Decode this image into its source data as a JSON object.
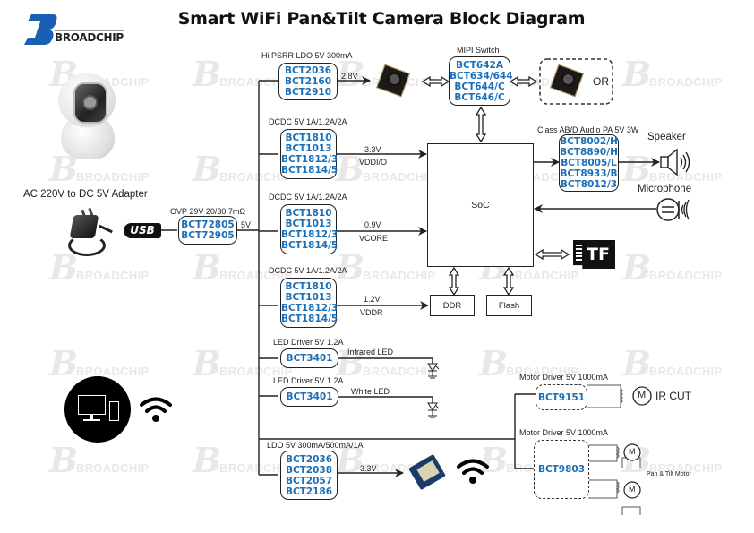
{
  "title": "Smart WiFi Pan&Tilt Camera Block Diagram",
  "logo": {
    "letter": "B",
    "text": "BROADCHIP",
    "color": "#1a5fb4"
  },
  "watermark_text": "BROADCHIP",
  "colors": {
    "part_number": "#1a6fb8",
    "line": "#222222"
  },
  "adapter": {
    "label": "AC 220V to DC 5V Adapter",
    "usb_label": "USB"
  },
  "ovp": {
    "spec": "OVP 29V 20/30.7mΩ",
    "parts": [
      "BCT72805",
      "BCT72905"
    ],
    "output": "5V"
  },
  "ldo_camera": {
    "spec": "Hi PSRR LDO 5V 300mA",
    "parts": [
      "BCT2036",
      "BCT2160",
      "BCT2910"
    ],
    "voltage": "2.8V"
  },
  "mipi_switch": {
    "spec": "MIPI Switch",
    "parts": [
      "BCT642A",
      "BCT634/644",
      "BCT644/C",
      "BCT646/C"
    ]
  },
  "alt_camera": {
    "label": "OR"
  },
  "dcdc_io": {
    "spec": "DCDC 5V 1A/1.2A/2A",
    "parts": [
      "BCT1810",
      "BCT1013",
      "BCT1812/3",
      "BCT1814/5"
    ],
    "voltage": "3.3V",
    "rail": "VDDI/O"
  },
  "dcdc_core": {
    "spec": "DCDC 5V 1A/1.2A/2A",
    "parts": [
      "BCT1810",
      "BCT1013",
      "BCT1812/3",
      "BCT1814/5"
    ],
    "voltage": "0.9V",
    "rail": "VCORE"
  },
  "dcdc_ddr": {
    "spec": "DCDC 5V 1A/1.2A/2A",
    "parts": [
      "BCT1810",
      "BCT1013",
      "BCT1812/3",
      "BCT1814/5"
    ],
    "voltage": "1.2V",
    "rail": "VDDR"
  },
  "soc": {
    "label": "SoC"
  },
  "ddr": {
    "label": "DDR"
  },
  "flash": {
    "label": "Flash"
  },
  "tf_card": {
    "label": "TF"
  },
  "audio_pa": {
    "spec": "Class AB/D Audio PA 5V 3W",
    "parts": [
      "BCT8002/H",
      "BCT8890/H",
      "BCT8005/L",
      "BCT8933/B",
      "BCT8012/3"
    ]
  },
  "speaker": {
    "label": "Speaker"
  },
  "microphone": {
    "label": "Microphone"
  },
  "led_ir": {
    "spec": "LED Driver 5V 1.2A",
    "part": "BCT3401",
    "load": "Infrared LED"
  },
  "led_white": {
    "spec": "LED Driver 5V 1.2A",
    "part": "BCT3401",
    "load": "White LED"
  },
  "ldo_wifi": {
    "spec": "LDO 5V 300mA/500mA/1A",
    "parts": [
      "BCT2036",
      "BCT2038",
      "BCT2057",
      "BCT2186"
    ],
    "voltage": "3.3V"
  },
  "motor_ircut": {
    "spec": "Motor Driver 5V 1000mA",
    "part": "BCT9151",
    "motor_symbol": "M",
    "load": "IR CUT"
  },
  "motor_pantilt": {
    "spec": "Motor Driver 5V 1000mA",
    "part": "BCT9803",
    "motor_symbol": "M",
    "load": "Pan & Tilt Motor"
  }
}
